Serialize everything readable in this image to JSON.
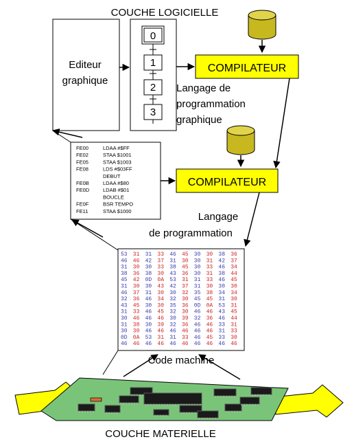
{
  "title_top": "COUCHE LOGICIELLE",
  "title_bottom": "COUCHE MATERIELLE",
  "editor": {
    "line1": "Editeur",
    "line2": "graphique"
  },
  "grafcet_steps": [
    "0",
    "1",
    "2",
    "3"
  ],
  "compiler_label": "COMPILATEUR",
  "compiler2_label": "COMPILATEUR",
  "graphic_lang": {
    "line1": "Langage de",
    "line2": "programmation",
    "line3": "graphique"
  },
  "assembly_lang": {
    "line1": "Langage",
    "line2": "de programmation"
  },
  "code_machine_label": "Code machine",
  "assembly": [
    {
      "addr": "FE00",
      "instr": "LDAA #$FF"
    },
    {
      "addr": "FE02",
      "instr": "STAA $1001"
    },
    {
      "addr": "FE05",
      "instr": "STAA $1003"
    },
    {
      "addr": "FE08",
      "instr": "LDS #$03FF"
    },
    {
      "addr": "",
      "instr": "DEBUT"
    },
    {
      "addr": "FE0B",
      "instr": "LDAA #$80"
    },
    {
      "addr": "FE0D",
      "instr": "LDAB #$01"
    },
    {
      "addr": "",
      "instr": "BOUCLE"
    },
    {
      "addr": "FE0F",
      "instr": "BSR TEMPO"
    },
    {
      "addr": "FE11",
      "instr": "STAA $1000"
    }
  ],
  "hex_rows": [
    "53 31 31 33 46 45 30 30 38 36",
    "46 46 42 37 31 30 30 31 42 37",
    "31 30 30 33 38 45 30 33 46 34",
    "38 36 38 30 43 36 30 31 38 44",
    "45 42 0D 0A 53 31 31 33 46 45",
    "31 30 30 43 42 37 31 30 30 30",
    "46 37 31 30 30 32 35 38 34 34",
    "32 36 46 34 32 30 45 45 31 30",
    "43 45 30 30 35 36 0D 0A 53 31",
    "31 33 46 45 32 30 46 46 43 45",
    "30 46 46 46 30 39 32 36 46 44",
    "31 38 30 39 32 36 46 46 33 31",
    "30 30 46 46 46 46 46 46 31 33",
    "0D 0A 53 31 31 33 46 45 33 30",
    "46 46 46 46 46 46 46 46 46 46"
  ],
  "colors": {
    "compiler_fill": "#ffff00",
    "database_fill": "#c8b820",
    "board_fill": "#7ac47a",
    "arrow_fill": "#ffff00",
    "hex_blue": "#3a3ab0",
    "hex_red": "#d02020"
  }
}
